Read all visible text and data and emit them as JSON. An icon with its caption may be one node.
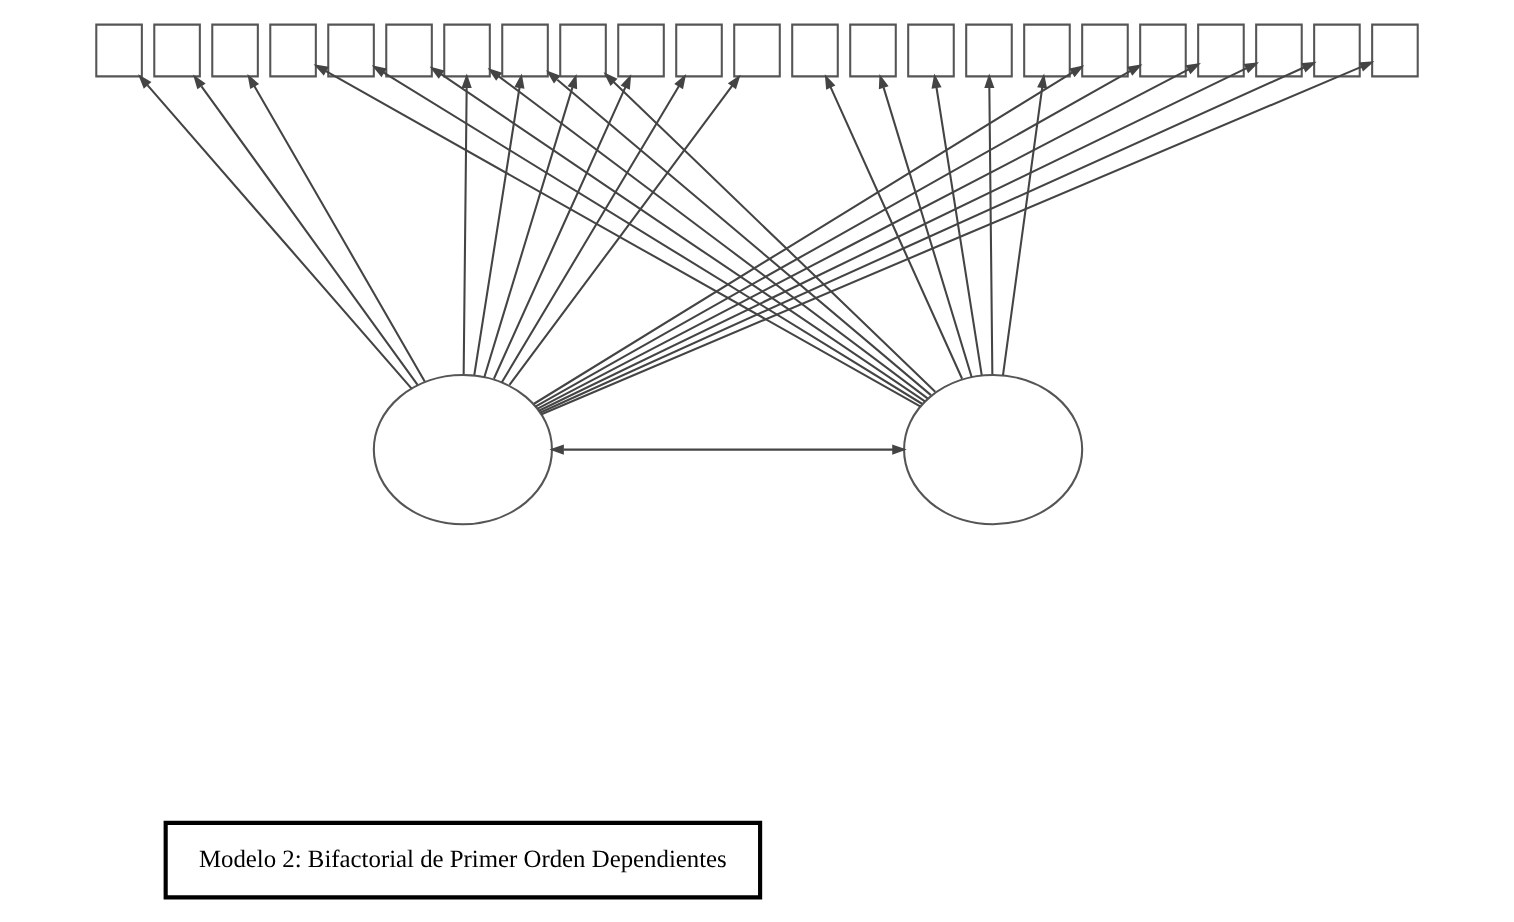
{
  "diagram": {
    "nodes": [
      {
        "text": [],
        "shape": "box"
      },
      {
        "text": [],
        "shape": "box"
      },
      {
        "text": [],
        "shape": "box"
      },
      {
        "text": [],
        "shape": "box"
      },
      {
        "text": [],
        "shape": "box"
      },
      {
        "text": [],
        "shape": "box"
      },
      {
        "text": [],
        "shape": "box"
      },
      {
        "text": [],
        "shape": "box"
      },
      {
        "text": [],
        "shape": "box"
      },
      {
        "text": [],
        "shape": "box"
      },
      {
        "text": [],
        "shape": "box"
      },
      {
        "text": [],
        "shape": "box"
      },
      {
        "text": [],
        "shape": "box"
      },
      {
        "text": [],
        "shape": "box"
      },
      {
        "text": [],
        "shape": "box"
      },
      {
        "text": [],
        "shape": "box"
      },
      {
        "text": [],
        "shape": "box"
      },
      {
        "text": [],
        "shape": "box"
      },
      {
        "text": [],
        "shape": "box"
      },
      {
        "text": [],
        "shape": "box"
      },
      {
        "text": [],
        "shape": "box"
      },
      {
        "text": [],
        "shape": "box"
      },
      {
        "text": [],
        "shape": "box"
      },
      {
        "text": [],
        "shape": "circle"
      },
      {
        "text": [],
        "shape": "circle"
      },
      {
        "text": [
          "Modelo 2: Bifactorial de Primer Orden Dependientes"
        ]
      }
    ],
    "edges": [
      {
        "from": 23,
        "to": 0,
        "arrow": "to"
      },
      {
        "from": 23,
        "to": 1,
        "arrow": "to"
      },
      {
        "from": 23,
        "to": 2,
        "arrow": "to"
      },
      {
        "from": 24,
        "to": 3,
        "arrow": "to"
      },
      {
        "from": 24,
        "to": 4,
        "arrow": "to"
      },
      {
        "from": 24,
        "to": 5,
        "arrow": "to"
      },
      {
        "from": 23,
        "to": 6,
        "arrow": "to"
      },
      {
        "from": 24,
        "to": 6,
        "arrow": "to"
      },
      {
        "from": 23,
        "to": 7,
        "arrow": "to"
      },
      {
        "from": 24,
        "to": 7,
        "arrow": "to"
      },
      {
        "from": 23,
        "to": 8,
        "arrow": "to"
      },
      {
        "from": 24,
        "to": 8,
        "arrow": "to"
      },
      {
        "from": 23,
        "to": 9,
        "arrow": "to"
      },
      {
        "from": 23,
        "to": 10,
        "arrow": "to"
      },
      {
        "from": 23,
        "to": 11,
        "arrow": "to"
      },
      {
        "from": 24,
        "to": 12,
        "arrow": "to"
      },
      {
        "from": 24,
        "to": 13,
        "arrow": "to"
      },
      {
        "from": 24,
        "to": 14,
        "arrow": "to"
      },
      {
        "from": 24,
        "to": 15,
        "arrow": "to"
      },
      {
        "from": 24,
        "to": 16,
        "arrow": "to"
      },
      {
        "from": 23,
        "to": 17,
        "arrow": "to"
      },
      {
        "from": 23,
        "to": 18,
        "arrow": "to"
      },
      {
        "from": 23,
        "to": 19,
        "arrow": "to"
      },
      {
        "from": 23,
        "to": 20,
        "arrow": "to"
      },
      {
        "from": 23,
        "to": 21,
        "arrow": "to"
      },
      {
        "from": 23,
        "to": 22,
        "arrow": "to"
      },
      {
        "from": 23,
        "to": 24,
        "arrow": "both"
      }
    ]
  }
}
